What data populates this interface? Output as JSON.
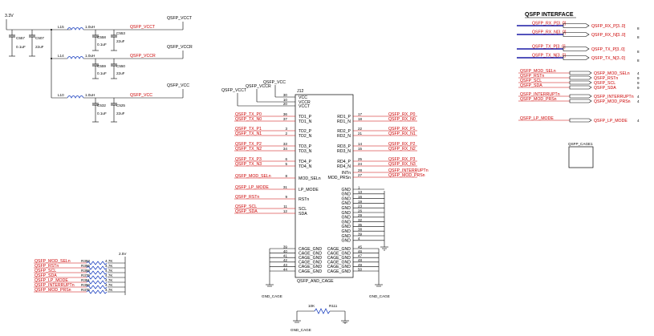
{
  "power": {
    "v33": "3.3V",
    "rails": [
      {
        "inductor": "L15",
        "ind_val": "1.0uH",
        "net": "QSFP_VCCT",
        "cap1": "C557",
        "cap1v": "0.1uF",
        "cap2": "C507",
        "cap2v": "22uF",
        "cap3": "C558",
        "cap4": "C553",
        "cap3v": "0.1uF",
        "cap4v": "22uF",
        "label": "QSFP_VCCT"
      },
      {
        "inductor": "L14",
        "ind_val": "1.0uH",
        "net": "QSFP_VCCR",
        "cap3": "C559",
        "cap4": "C550",
        "cap3v": "0.1uF",
        "cap4v": "22uF",
        "label": "QSFP_VCCR"
      },
      {
        "inductor": "L10",
        "ind_val": "1.0uH",
        "net": "QSFP_VCC",
        "cap3": "C532",
        "cap4": "C525",
        "cap3v": "0.1uF",
        "cap4v": "22uF",
        "label": "QSFP_VCC"
      }
    ],
    "cap_left1": "C557",
    "cap_left1v": "0.1uF",
    "cap_left2": "C507",
    "cap_left2v": "22uF"
  },
  "connector": {
    "ref": "J12",
    "name": "QSFP_AND_CAGE",
    "top_nets": [
      "QSFP_VCCT",
      "QSFP_VCCR",
      "QSFP_VCC"
    ],
    "left_pins": [
      {
        "net": "",
        "num": "30",
        "name": "VCC"
      },
      {
        "net": "",
        "num": "10",
        "name": "VCCR"
      },
      {
        "net": "",
        "num": "20",
        "name": "VCCT"
      },
      {
        "net": "QSFP_TX_P0",
        "num": "36",
        "name": "TD1_P"
      },
      {
        "net": "QSFP_TX_N0",
        "num": "37",
        "name": "TD1_N"
      },
      {
        "net": "QSFP_TX_P1",
        "num": "3",
        "name": "TD2_P"
      },
      {
        "net": "QSFP_TX_N1",
        "num": "2",
        "name": "TD2_N"
      },
      {
        "net": "QSFP_TX_P2",
        "num": "33",
        "name": "TD3_P"
      },
      {
        "net": "QSFP_TX_N2",
        "num": "34",
        "name": "TD3_N"
      },
      {
        "net": "QSFP_TX_P3",
        "num": "6",
        "name": "TD4_P"
      },
      {
        "net": "QSFP_TX_N3",
        "num": "5",
        "name": "TD4_N"
      },
      {
        "net": "QSFP_MOD_SELn",
        "num": "8",
        "name": "MOD_SELn"
      },
      {
        "net": "QSFP_LP_MODE",
        "num": "31",
        "name": "LP_MODE"
      },
      {
        "net": "QSFP_RSTn",
        "num": "9",
        "name": "RSTn"
      },
      {
        "net": "QSFP_SCL",
        "num": "11",
        "name": "SCL"
      },
      {
        "net": "QSFP_SDA",
        "num": "12",
        "name": "SDA"
      }
    ],
    "right_pins": [
      {
        "net": "QSFP_RX_P0",
        "num": "17",
        "name": "RD1_P"
      },
      {
        "net": "QSFP_RX_N0",
        "num": "18",
        "name": "RD1_N"
      },
      {
        "net": "QSFP_RX_P1",
        "num": "22",
        "name": "RD2_P"
      },
      {
        "net": "QSFP_RX_N1",
        "num": "21",
        "name": "RD2_N"
      },
      {
        "net": "QSFP_RX_P2",
        "num": "14",
        "name": "RD3_P"
      },
      {
        "net": "QSFP_RX_N2",
        "num": "15",
        "name": "RD3_N"
      },
      {
        "net": "QSFP_RX_P3",
        "num": "25",
        "name": "RD4_P"
      },
      {
        "net": "QSFP_RX_N3",
        "num": "24",
        "name": "RD4_N"
      },
      {
        "net": "QSFP_INTERRUPTn",
        "num": "28",
        "name": "INTn"
      },
      {
        "net": "QSFP_MOD_PRSn",
        "num": "27",
        "name": "MOD_PRSn"
      }
    ],
    "gnd_pins": [
      "1",
      "13",
      "16",
      "19",
      "23",
      "26",
      "29",
      "32",
      "35",
      "38",
      "39",
      "4"
    ],
    "gnd_label": "GND",
    "cage_left_nums": [
      "39",
      "40",
      "41",
      "42",
      "43",
      "44"
    ],
    "cage_right_nums": [
      "45",
      "46",
      "47",
      "48",
      "49",
      "50"
    ],
    "cage_pin_name": "CAGE_GND",
    "gnd_cage": "GND_CAGE"
  },
  "interface": {
    "title": "QSFP INTERFACE",
    "buses": [
      {
        "net": "QSFP_RX_P[3..0]",
        "num": "8"
      },
      {
        "net": "QSFP_RX_N[3..0]",
        "num": "8"
      },
      {
        "net": "QSFP_TX_P[3..0]",
        "num": "8"
      },
      {
        "net": "QSFP_TX_N[3..0]",
        "num": "8"
      }
    ],
    "signals": [
      {
        "left": "QSFP_MOD_SELn",
        "right": "QSFP_MOD_SELn",
        "num": "4"
      },
      {
        "left": "QSFP_RSTn",
        "right": "QSFP_RSTn",
        "num": "9"
      },
      {
        "left": "QSFP_SCL",
        "right": "QSFP_SCL",
        "num": "9"
      },
      {
        "left": "QSFP_SDA",
        "right": "QSFP_SDA",
        "num": "9"
      },
      {
        "left": "QSFP_INTERRUPTn",
        "right": "QSFP_INTERRUPTn",
        "num": "4"
      },
      {
        "left": "QSFP_MOD_PRSn",
        "right": "QSFP_MOD_PRSn",
        "num": "4"
      },
      {
        "left": "QSFP_LP_MODE",
        "right": "QSFP_LP_MODE",
        "num": "4"
      }
    ],
    "cage_ref": "QSFP_CAGE1"
  },
  "pullups": {
    "rail": "2.5V",
    "rows": [
      {
        "net": "QSFP_MOD_SELn",
        "ref": "R393",
        "val": "4.7K"
      },
      {
        "net": "QSFP_RSTn",
        "ref": "R396",
        "val": "4.7K"
      },
      {
        "net": "QSFP_SCL",
        "ref": "R398",
        "val": "4.7K"
      },
      {
        "net": "QSFP_SDA",
        "ref": "R379",
        "val": "4.7K"
      },
      {
        "net": "QSFP_LP_MODE",
        "ref": "R391",
        "val": "4.7K"
      },
      {
        "net": "QSFP_INTERRUPTn",
        "ref": "R390",
        "val": "4.7K"
      },
      {
        "net": "QSFP_MOD_PRSn",
        "ref": "R375",
        "val": "4.7K"
      }
    ]
  },
  "bottom_res": {
    "val": "10K",
    "ref": "R111",
    "net": "GND_CAGE"
  }
}
